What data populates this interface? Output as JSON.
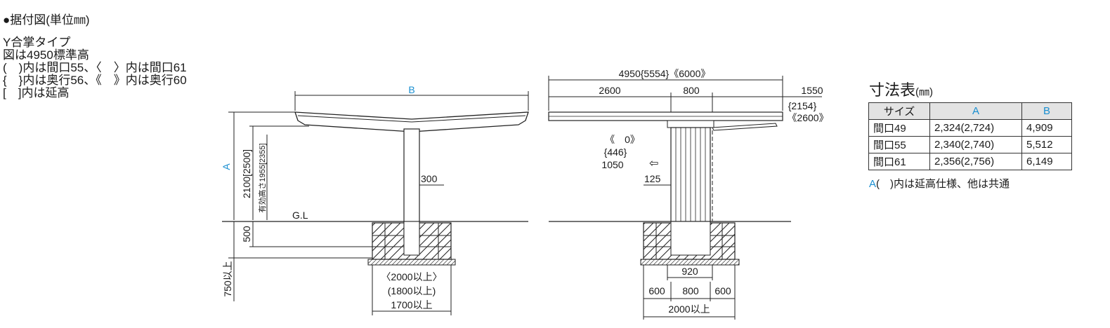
{
  "header": "●据付図(単位㎜)",
  "notes": [
    "Y合掌タイプ",
    "図は4950標準高",
    "(　)内は間口55、〈　〉内は間口61",
    "{　}内は奥行56、《　》内は奥行60",
    "[　]内は延高"
  ],
  "left_view": {
    "b_label": "B",
    "a_label": "A",
    "height_label": "2100[2500]",
    "eff_height_label": "有効高さ1955[2355]",
    "post_label": "300",
    "gl_label": "G.L",
    "depth_label": "500",
    "min_depth_label": "750以上",
    "foundation_labels": [
      "〈2000以上〉",
      "(1800以上)",
      "1700以上"
    ]
  },
  "right_view": {
    "total_label": "4950{5554}《6000》",
    "seg1_label": "2600",
    "seg2_label": "800",
    "seg3_label": "1550",
    "side_labels": [
      "{2154}",
      "《2600》"
    ],
    "offset_labels": [
      "《　0》",
      "{446}",
      "1050"
    ],
    "arrow_glyph": "⇦",
    "post_label": "125",
    "foot_labels": [
      "920",
      "600",
      "800",
      "600",
      "2000以上"
    ]
  },
  "dim_table": {
    "title": "寸法表",
    "unit": "(㎜)",
    "headers": [
      "サイズ",
      "A",
      "B"
    ],
    "rows": [
      [
        "間口49",
        "2,324(2,724)",
        "4,909"
      ],
      [
        "間口55",
        "2,340(2,740)",
        "5,512"
      ],
      [
        "間口61",
        "2,356(2,756)",
        "6,149"
      ]
    ],
    "note": "A(　)内は延高仕様、他は共通",
    "note_prefix": "A"
  }
}
